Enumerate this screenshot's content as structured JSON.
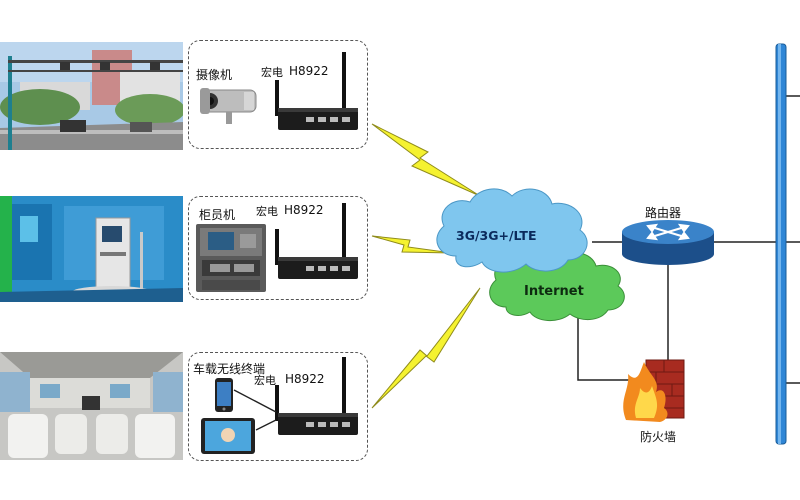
{
  "sites": [
    {
      "device_label": "摄像机",
      "brand": "宏电",
      "model": "H8922"
    },
    {
      "device_label": "柜员机",
      "brand": "宏电",
      "model": "H8922"
    },
    {
      "device_label": "车载无线终端",
      "brand": "宏电",
      "model": "H8922"
    }
  ],
  "network": {
    "mobile_cloud_label": "3G/3G+/LTE",
    "internet_cloud_label": "Internet",
    "router_label": "路由器",
    "firewall_label": "防火墙"
  },
  "colors": {
    "mobile_cloud": "#7fc6ee",
    "internet_cloud": "#5cc95a",
    "lightning": "#f5f230",
    "router": "#2e6fb5",
    "backbone": "#2f86d6",
    "firewall": "#d8412b"
  }
}
